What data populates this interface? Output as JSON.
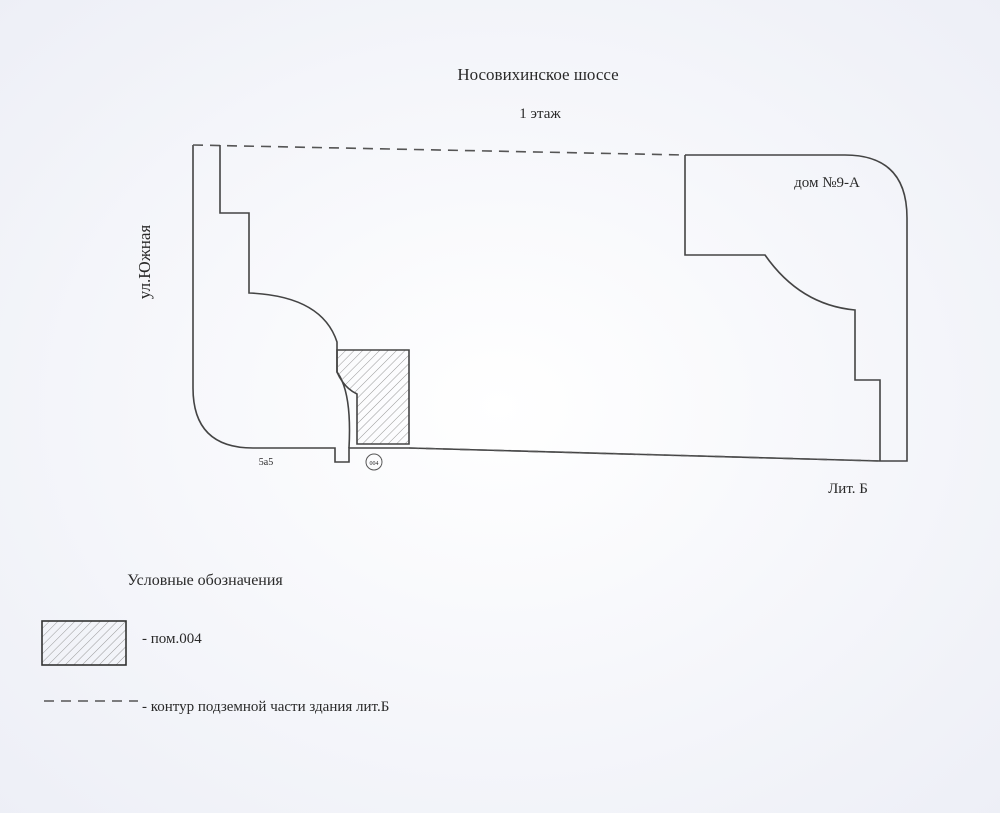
{
  "street_top": "Носовихинское шоссе",
  "floor": "1 этаж",
  "street_left": "ул.Южная",
  "house_label": "дом №9-А",
  "building_label": "Лит. Б",
  "small_label_1": "5а5",
  "small_label_2": "004",
  "legend": {
    "title": "Условные обозначения",
    "items": [
      {
        "label": "- пом.004"
      },
      {
        "label": "- контур подземной части здания лит.Б"
      }
    ]
  }
}
